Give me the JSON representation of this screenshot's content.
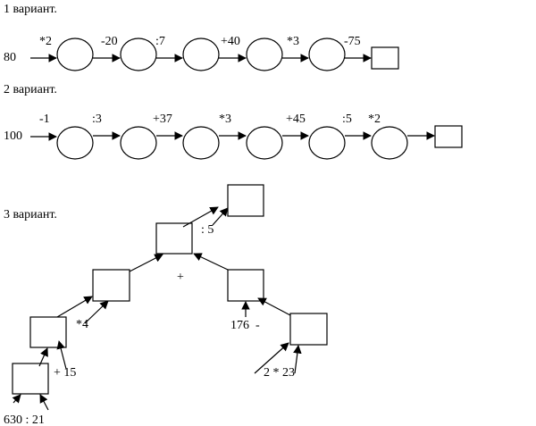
{
  "variant1": {
    "title": "1 вариант.",
    "start": "80",
    "ops": [
      "*2",
      "-20",
      ":7",
      "+40",
      "*3",
      "-75"
    ]
  },
  "variant2": {
    "title": "2 вариант.",
    "start": "100",
    "ops": [
      "-1",
      ":3",
      "+37",
      "*3",
      "+45",
      ":5",
      "*2"
    ]
  },
  "variant3": {
    "title": "3 вариант.",
    "labels": {
      "div5": ": 5",
      "plus": "+",
      "mul4": "*4",
      "minus176": "176  -",
      "plus15": "+ 15",
      "mul": "2 * 23",
      "div": "630 : 21"
    }
  }
}
